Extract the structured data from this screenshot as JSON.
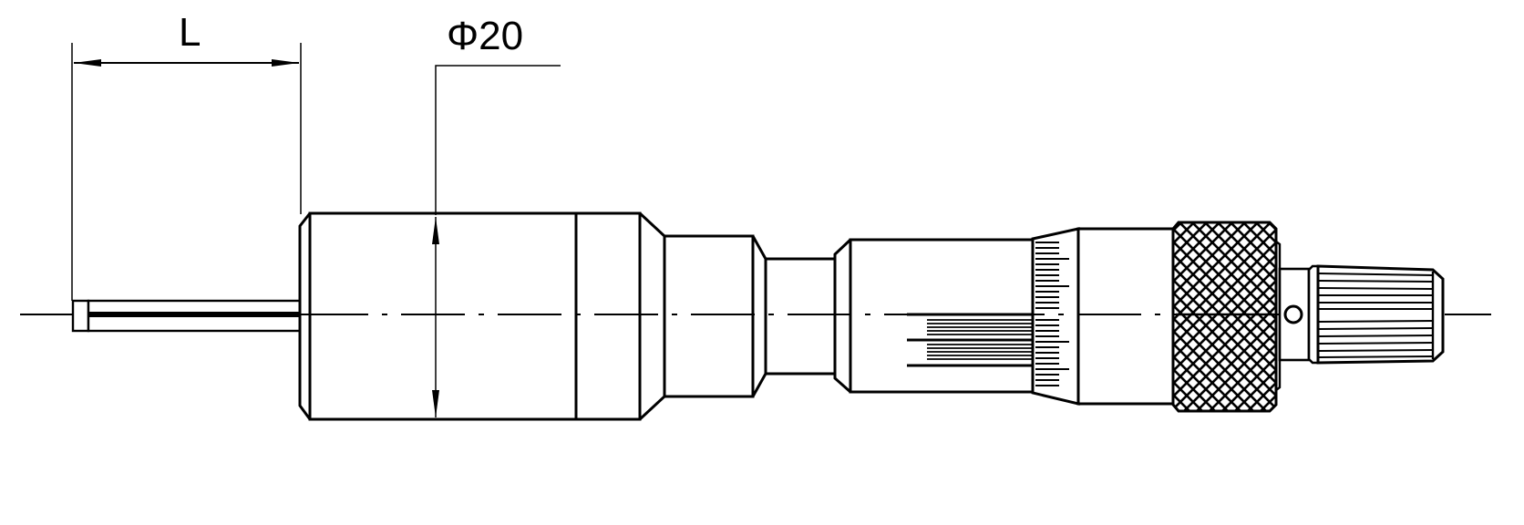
{
  "drawing": {
    "subject": "micrometer head",
    "line_color": "#000000",
    "background": "#ffffff",
    "dimensions": {
      "length_label": "L",
      "diameter_label": "Φ20"
    },
    "parts": [
      {
        "name": "spindle-tip"
      },
      {
        "name": "spindle"
      },
      {
        "name": "main-body-sleeve"
      },
      {
        "name": "body-collar"
      },
      {
        "name": "neck-1"
      },
      {
        "name": "neck-2"
      },
      {
        "name": "barrel-sleeve-with-scale"
      },
      {
        "name": "thimble-taper-with-graduations"
      },
      {
        "name": "thimble"
      },
      {
        "name": "knurled-lock-ring"
      },
      {
        "name": "ratchet-neck-with-pin"
      },
      {
        "name": "ratchet-knob-fluted"
      }
    ]
  }
}
